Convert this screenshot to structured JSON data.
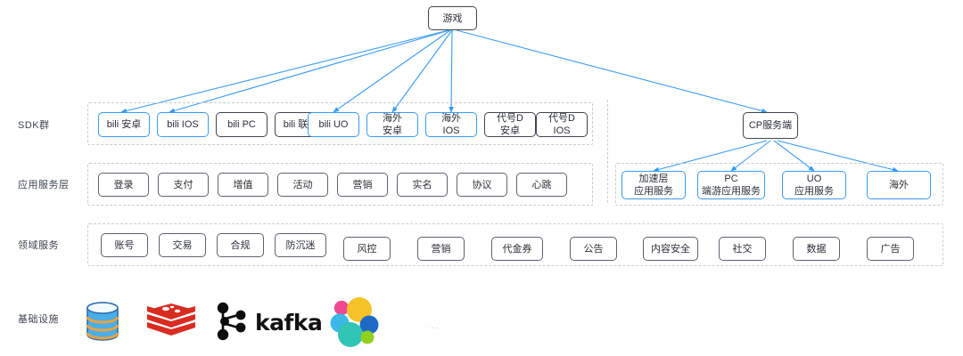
{
  "diagram": {
    "title_node": {
      "label": "游戏",
      "style": "dark"
    },
    "row_labels": [
      {
        "key": "sdk",
        "label": "SDK群"
      },
      {
        "key": "app",
        "label": "应用服务层"
      },
      {
        "key": "domain",
        "label": "领域服务"
      },
      {
        "key": "infra",
        "label": "基础设施"
      }
    ],
    "sdk_group": {
      "nodes": [
        {
          "label": "bili 安卓",
          "style": "blue"
        },
        {
          "label": "bili IOS",
          "style": "blue"
        },
        {
          "label": "bili PC",
          "style": "dark"
        },
        {
          "label": "bili 联运",
          "style": "dark"
        },
        {
          "label": "bili UO",
          "style": "blue"
        },
        {
          "label": "海外\n安卓",
          "style": "blue"
        },
        {
          "label": "海外\nIOS",
          "style": "blue"
        },
        {
          "label": "代号D\n安卓",
          "style": "dark"
        },
        {
          "label": "代号D\nIOS",
          "style": "dark"
        }
      ]
    },
    "cp_node": {
      "label": "CP服务端",
      "style": "dark"
    },
    "app_group_left": {
      "nodes": [
        {
          "label": "登录",
          "style": "plain"
        },
        {
          "label": "支付",
          "style": "plain"
        },
        {
          "label": "增值",
          "style": "plain"
        },
        {
          "label": "活动",
          "style": "plain"
        },
        {
          "label": "营销",
          "style": "plain"
        },
        {
          "label": "实名",
          "style": "plain"
        },
        {
          "label": "协议",
          "style": "plain"
        },
        {
          "label": "心跳",
          "style": "plain"
        }
      ]
    },
    "app_group_right": {
      "nodes": [
        {
          "label": "加速层\n应用服务",
          "style": "blue"
        },
        {
          "label": "PC\n端游应用服务",
          "style": "blue"
        },
        {
          "label": "UO\n应用服务",
          "style": "blue"
        },
        {
          "label": "海外",
          "style": "blue"
        }
      ]
    },
    "domain_group": {
      "nodes": [
        {
          "label": "账号",
          "style": "plain"
        },
        {
          "label": "交易",
          "style": "plain"
        },
        {
          "label": "合规",
          "style": "plain"
        },
        {
          "label": "防沉迷",
          "style": "plain"
        },
        {
          "label": "风控",
          "style": "plain"
        },
        {
          "label": "营销",
          "style": "plain"
        },
        {
          "label": "代金券",
          "style": "plain"
        },
        {
          "label": "公告",
          "style": "plain"
        },
        {
          "label": "内容安全",
          "style": "plain"
        },
        {
          "label": "社交",
          "style": "plain"
        },
        {
          "label": "数据",
          "style": "plain"
        },
        {
          "label": "广告",
          "style": "plain"
        }
      ]
    },
    "infrastructure": {
      "icons": [
        {
          "name": "database-icon",
          "label": "Database"
        },
        {
          "name": "redis-icon",
          "label": "Redis"
        },
        {
          "name": "kafka-icon",
          "label": "kafka"
        },
        {
          "name": "elasticsearch-icon",
          "label": "Elasticsearch"
        }
      ],
      "more": "..."
    },
    "colors": {
      "accent": "#3a9bf5",
      "dark_border": "#41464f",
      "plain_border": "#5c636e",
      "dashed": "#c9cdd4",
      "text": "#2b2f36",
      "label_text": "#3d4450"
    }
  }
}
